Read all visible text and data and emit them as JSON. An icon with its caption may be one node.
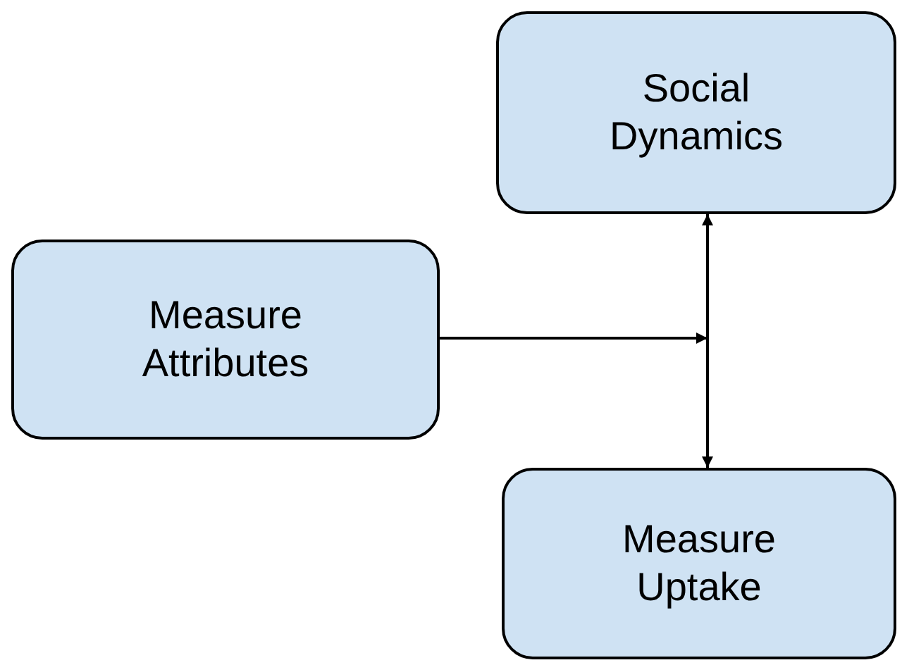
{
  "diagram": {
    "nodes": [
      {
        "text": [
          "Social Dynamics"
        ]
      },
      {
        "text": [
          "Measure Attributes"
        ]
      },
      {
        "text": [
          "Measure Uptake"
        ]
      }
    ],
    "edges": [
      {
        "from": 0,
        "to": 2,
        "arrow": "both"
      },
      {
        "from": 1,
        "to": null,
        "arrow": "to"
      }
    ]
  }
}
